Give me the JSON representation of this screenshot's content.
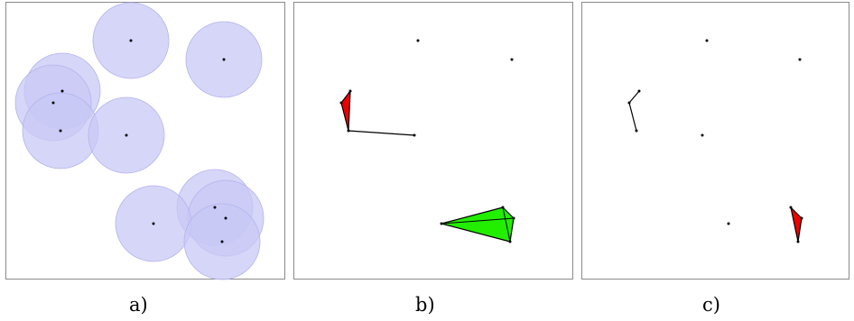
{
  "panels": [
    {
      "label": "a)",
      "points": [
        [
          145,
          45
        ],
        [
          248,
          66
        ],
        [
          69,
          101
        ],
        [
          59,
          114
        ],
        [
          67,
          145
        ],
        [
          140,
          150
        ],
        [
          238,
          230
        ],
        [
          250,
          242
        ],
        [
          170,
          248
        ],
        [
          246,
          268
        ]
      ],
      "disk_fill": "#c8c8f5",
      "disk_stroke": "#b4b4ee",
      "segments": [],
      "red_polygons": [],
      "green_polygons": []
    },
    {
      "label": "b)",
      "points": [
        [
          463,
          45
        ],
        [
          567,
          66
        ],
        [
          388,
          101
        ],
        [
          378,
          114
        ],
        [
          386,
          145
        ],
        [
          459,
          150
        ],
        [
          557,
          230
        ],
        [
          569,
          242
        ],
        [
          489,
          248
        ],
        [
          565,
          268
        ]
      ],
      "segments": [
        [
          [
            386,
            145
          ],
          [
            459,
            150
          ]
        ]
      ],
      "red_polygons": [
        [
          [
            388,
            101
          ],
          [
            378,
            114
          ],
          [
            386,
            145
          ]
        ]
      ],
      "green_polygons": [
        [
          [
            557,
            230
          ],
          [
            569,
            242
          ],
          [
            565,
            268
          ],
          [
            489,
            248
          ]
        ]
      ],
      "green_inner_segments": [
        [
          [
            489,
            248
          ],
          [
            569,
            242
          ]
        ],
        [
          [
            557,
            230
          ],
          [
            565,
            268
          ]
        ]
      ],
      "red_fill": "#ee0000",
      "green_fill": "#22ee00"
    },
    {
      "label": "c)",
      "points": [
        [
          783,
          45
        ],
        [
          886,
          66
        ],
        [
          708,
          101
        ],
        [
          697,
          114
        ],
        [
          705,
          145
        ],
        [
          778,
          150
        ],
        [
          876,
          230
        ],
        [
          888,
          242
        ],
        [
          807,
          248
        ],
        [
          884,
          268
        ]
      ],
      "segments": [
        [
          [
            708,
            101
          ],
          [
            697,
            114
          ]
        ],
        [
          [
            697,
            114
          ],
          [
            705,
            145
          ]
        ]
      ],
      "red_polygons": [
        [
          [
            876,
            230
          ],
          [
            888,
            242
          ],
          [
            884,
            268
          ]
        ]
      ],
      "green_polygons": [],
      "red_fill": "#ee0000"
    }
  ]
}
